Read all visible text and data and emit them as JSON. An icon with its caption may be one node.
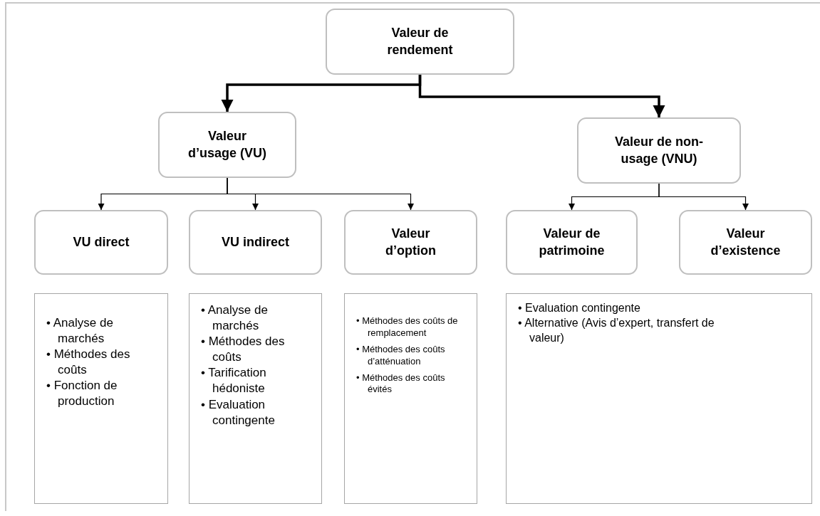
{
  "diagram": {
    "nodes": [
      {
        "text": [
          "Valeur de rendement"
        ]
      },
      {
        "text": [
          "Valeur d’usage (VU)"
        ]
      },
      {
        "text": [
          "Valeur de non-usage (VNU)"
        ]
      },
      {
        "text": [
          "VU direct"
        ]
      },
      {
        "text": [
          "VU indirect"
        ]
      },
      {
        "text": [
          "Valeur d’option"
        ]
      },
      {
        "text": [
          "Valeur de patrimoine"
        ]
      },
      {
        "text": [
          "Valeur d’existence"
        ]
      },
      {
        "text": [
          "• Analyse de marchés",
          "• Méthodes des coûts",
          "• Fonction de production"
        ]
      },
      {
        "text": [
          "• Analyse de marchés",
          "• Méthodes des coûts",
          "• Tarification hédoniste",
          "• Evaluation contingente"
        ]
      },
      {
        "text": [
          "• Méthodes des coûts de remplacement",
          "• Méthodes des coûts d’atténuation",
          "• Méthodes des coûts évités"
        ]
      },
      {
        "text": [
          "• Evaluation contingente",
          "• Alternative (Avis d’expert, transfert de valeur)"
        ]
      }
    ],
    "edges": [
      {
        "from": 0,
        "to": 1,
        "arrow": "to",
        "style": "thick"
      },
      {
        "from": 0,
        "to": 2,
        "arrow": "to",
        "style": "thick"
      },
      {
        "from": 1,
        "to": 3,
        "arrow": "to"
      },
      {
        "from": 1,
        "to": 4,
        "arrow": "to"
      },
      {
        "from": 1,
        "to": 5,
        "arrow": "to"
      },
      {
        "from": 2,
        "to": 6,
        "arrow": "to"
      },
      {
        "from": 2,
        "to": 7,
        "arrow": "to"
      }
    ]
  }
}
